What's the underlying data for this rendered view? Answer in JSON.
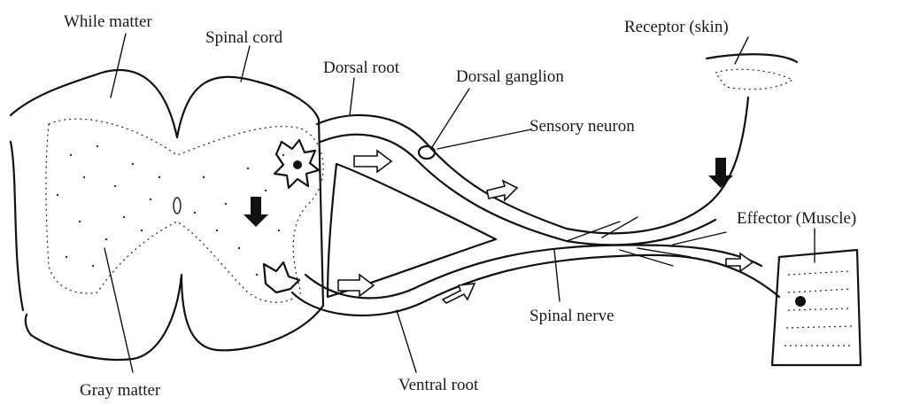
{
  "labels": {
    "white_matter": "While matter",
    "spinal_cord": "Spinal cord",
    "dorsal_root": "Dorsal root",
    "dorsal_ganglion": "Dorsal ganglion",
    "receptor": "Receptor (skin)",
    "sensory_neuron": "Sensory neuron",
    "effector": "Effector (Muscle)",
    "spinal_nerve": "Spinal nerve",
    "ventral_root": "Ventral root",
    "gray_matter": "Gray matter"
  }
}
